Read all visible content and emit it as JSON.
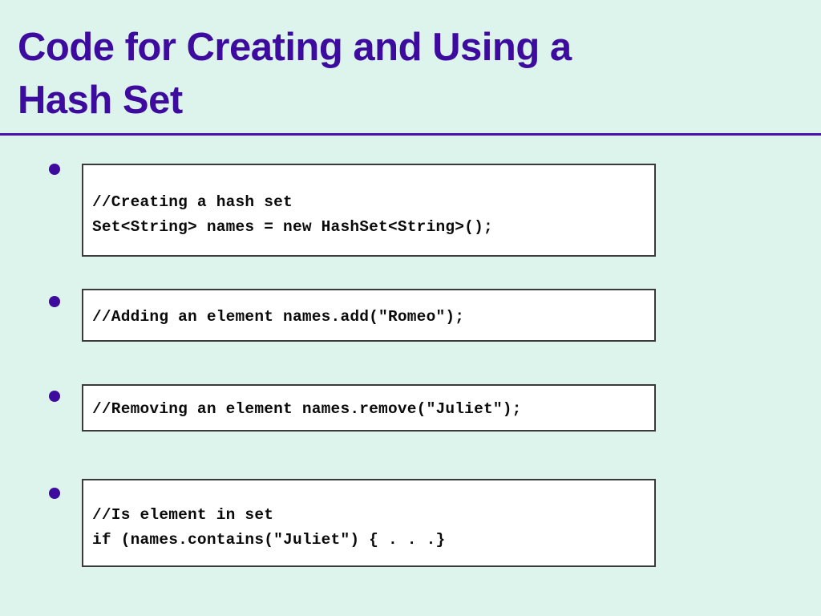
{
  "slide": {
    "title": "Code for Creating and Using a\nHash Set",
    "title_color": "#3d0b9e",
    "background_color": "#ddf4ed",
    "rule_color": "#4a10ad",
    "bullet_color": "#3d0b9e",
    "code_box": {
      "background_color": "#ffffff",
      "border_color": "#3a3a3a",
      "text_color": "#0a0a0a"
    },
    "bullets": [
      {
        "bullet_glyph": "•",
        "code": "//Creating a hash set\nSet<String> names = new HashSet<String>();"
      },
      {
        "bullet_glyph": "•",
        "code": "//Adding an element names.add(\"Romeo\");"
      },
      {
        "bullet_glyph": "•",
        "code": "//Removing an element names.remove(\"Juliet\");"
      },
      {
        "bullet_glyph": "•",
        "code": "//Is element in set\nif (names.contains(\"Juliet\") { . . .}"
      }
    ]
  }
}
